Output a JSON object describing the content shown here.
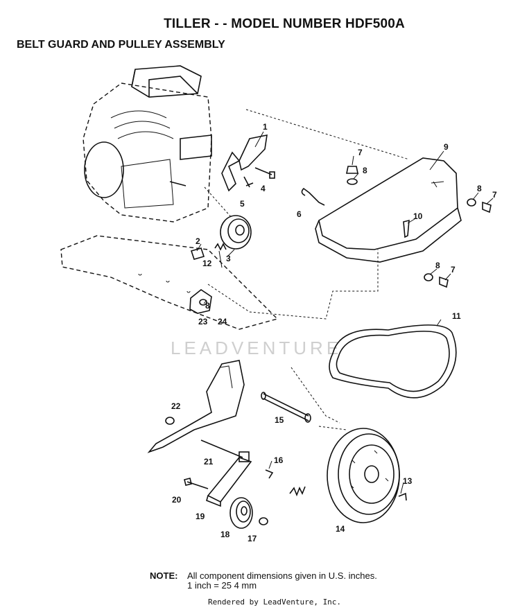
{
  "header": {
    "title": "TILLER - - MODEL NUMBER HDF500A",
    "subtitle": "BELT GUARD AND PULLEY ASSEMBLY"
  },
  "watermark": "LEADVENTURE",
  "callouts": [
    "1",
    "2",
    "3",
    "4",
    "5",
    "6",
    "7",
    "7",
    "7",
    "7",
    "8",
    "8",
    "8",
    "8",
    "8",
    "9",
    "10",
    "11",
    "12",
    "13",
    "14",
    "15",
    "16",
    "17",
    "18",
    "19",
    "20",
    "21",
    "22",
    "23",
    "24"
  ],
  "note": {
    "label": "NOTE:",
    "line1": "All component dimensions given in U.S. inches.",
    "line2": "1 inch = 25 4 mm"
  },
  "footer": "Rendered by LeadVenture, Inc."
}
